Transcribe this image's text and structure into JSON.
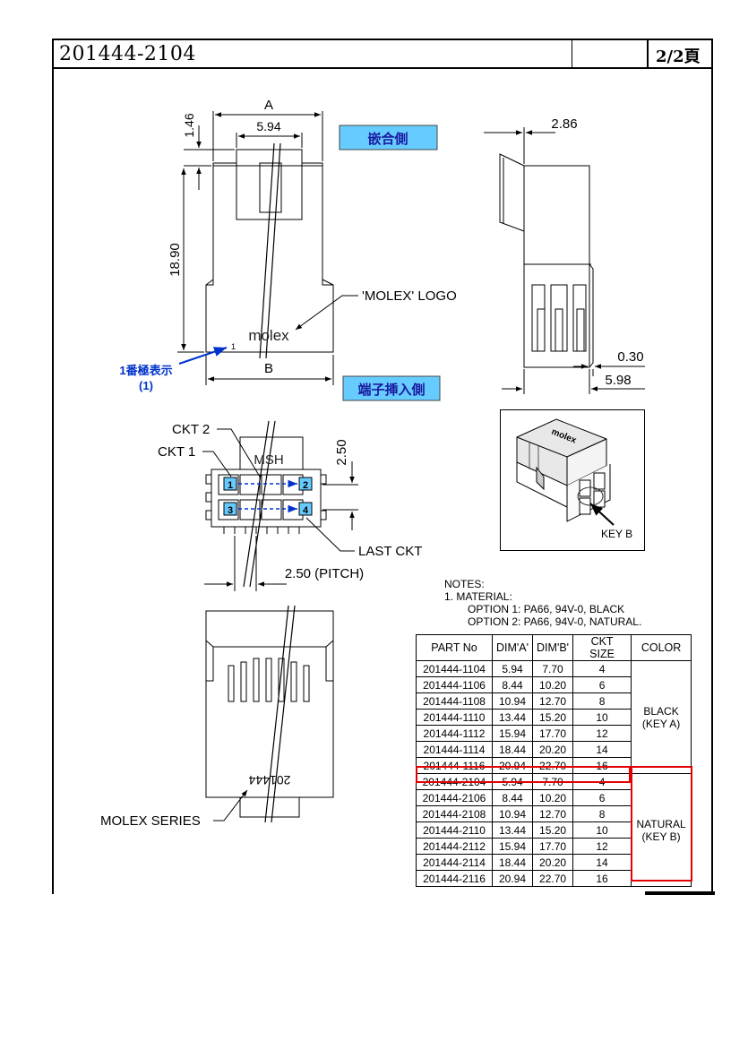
{
  "title": {
    "part_number": "201444-2104",
    "page": "2/2頁"
  },
  "labels": {
    "dim_a": "A",
    "dim_594": "5.94",
    "dim_146": "1.46",
    "dim_1890": "18.90",
    "dim_b": "B",
    "dim_286": "2.86",
    "dim_030": "0.30",
    "dim_598": "5.98",
    "dim_250_v": "2.50",
    "pitch": "2.50 (PITCH)",
    "mating_side": "嵌合側",
    "terminal_side": "端子挿入側",
    "molex_logo": "'MOLEX' LOGO",
    "logo_text": "molex",
    "pin1_mark": "1番極表示",
    "pin1_paren": "(1)",
    "pin1_small": "1",
    "ckt1": "CKT 1",
    "ckt2": "CKT 2",
    "last_ckt": "LAST CKT",
    "msh": "MSH",
    "cell1": "1",
    "cell2": "2",
    "cell3": "3",
    "cell4": "4",
    "key_b": "KEY B",
    "photo_logo": "molex",
    "molex_series": "MOLEX SERIES",
    "series_mark": "201444"
  },
  "notes": {
    "heading": "NOTES:",
    "line1": "1. MATERIAL:",
    "line2": "OPTION 1: PA66, 94V-0, BLACK",
    "line3": "OPTION 2: PA66, 94V-0, NATURAL."
  },
  "table": {
    "headers": [
      "PART No",
      "DIM'A'",
      "DIM'B'",
      "CKT SIZE",
      "COLOR"
    ],
    "black_rows": [
      [
        "201444-1104",
        "5.94",
        "7.70",
        "4"
      ],
      [
        "201444-1106",
        "8.44",
        "10.20",
        "6"
      ],
      [
        "201444-1108",
        "10.94",
        "12.70",
        "8"
      ],
      [
        "201444-1110",
        "13.44",
        "15.20",
        "10"
      ],
      [
        "201444-1112",
        "15.94",
        "17.70",
        "12"
      ],
      [
        "201444-1114",
        "18.44",
        "20.20",
        "14"
      ],
      [
        "201444-1116",
        "20.94",
        "22.70",
        "16"
      ]
    ],
    "natural_rows": [
      [
        "201444-2104",
        "5.94",
        "7.70",
        "4"
      ],
      [
        "201444-2106",
        "8.44",
        "10.20",
        "6"
      ],
      [
        "201444-2108",
        "10.94",
        "12.70",
        "8"
      ],
      [
        "201444-2110",
        "13.44",
        "15.20",
        "10"
      ],
      [
        "201444-2112",
        "15.94",
        "17.70",
        "12"
      ],
      [
        "201444-2114",
        "18.44",
        "20.20",
        "14"
      ],
      [
        "201444-2116",
        "20.94",
        "22.70",
        "16"
      ]
    ],
    "black_color_l1": "BLACK",
    "black_color_l2": "(KEY A)",
    "natural_color_l1": "NATURAL",
    "natural_color_l2": "(KEY B)"
  },
  "colors": {
    "label_bg": "#66ccff",
    "label_text": "#1a1aa0",
    "highlight": "#e30000",
    "annotation": "#0033cc"
  }
}
